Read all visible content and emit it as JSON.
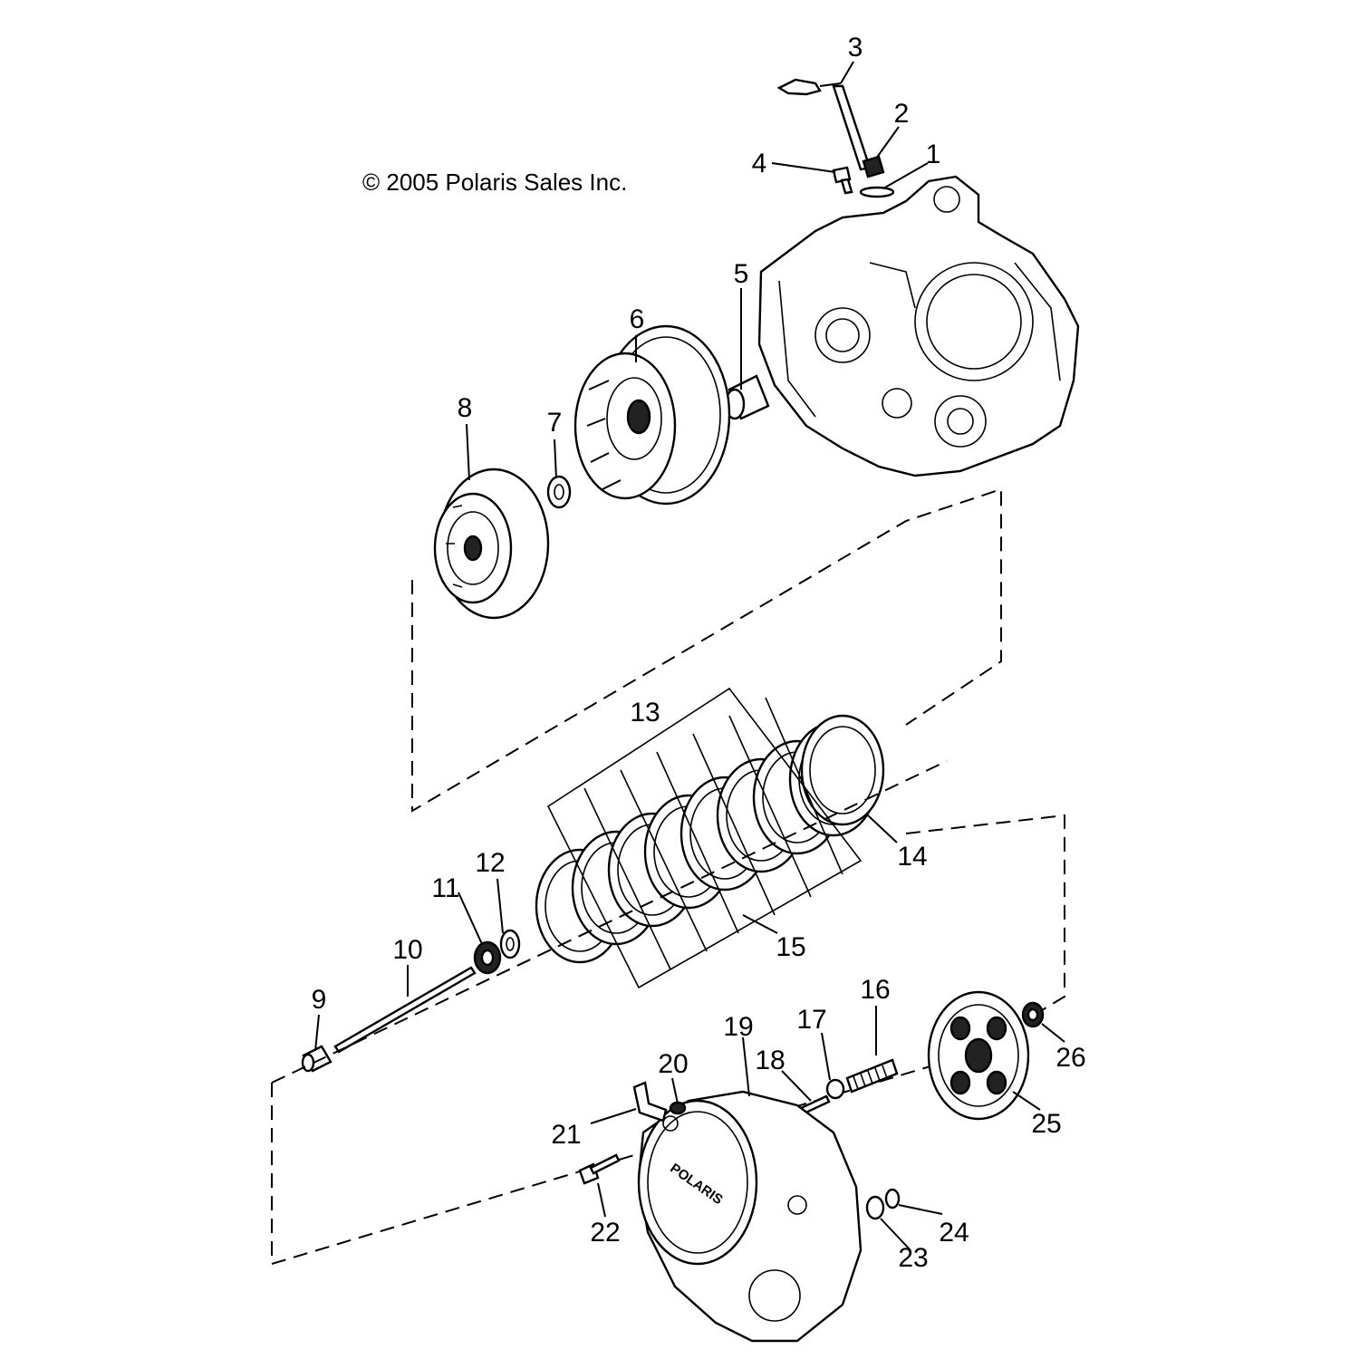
{
  "copyright": "© 2005 Polaris Sales Inc.",
  "parts": [
    "1",
    "2",
    "3",
    "4",
    "5",
    "6",
    "7",
    "8",
    "9",
    "10",
    "11",
    "12",
    "13",
    "14",
    "15",
    "16",
    "17",
    "18",
    "19",
    "20",
    "21",
    "22",
    "23",
    "24",
    "25",
    "26"
  ],
  "cover_logo": "POLARIS"
}
